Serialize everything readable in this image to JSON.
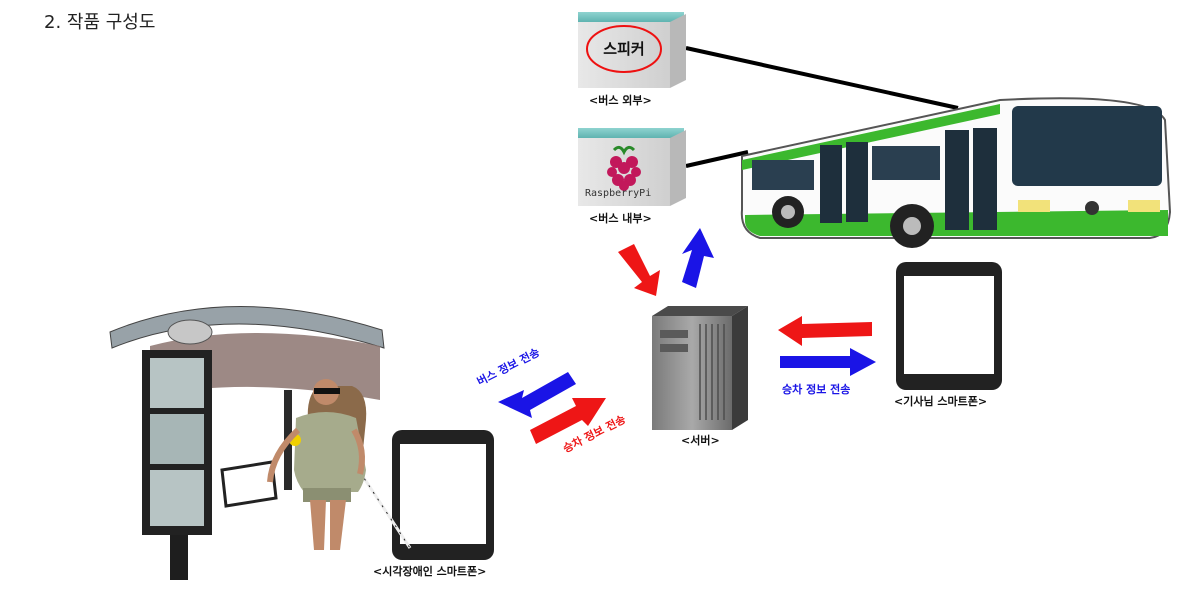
{
  "title": "2. 작품 구성도",
  "speaker_box": {
    "label": "스피커",
    "caption": "<버스 외부>"
  },
  "raspberry_box": {
    "label": "RaspberryPi",
    "caption": "<버스 내부>"
  },
  "server": {
    "caption": "<서버>"
  },
  "driver_phone": {
    "caption": "<기사님 스마트폰>"
  },
  "user_phone": {
    "caption": "<시각장애인 스마트폰>"
  },
  "arrows": {
    "bus_info": "버스 정보 전송",
    "boarding_info_left": "승차 정보 전송",
    "boarding_info_right": "승차 정보 전송"
  },
  "colors": {
    "send_blue": "#1a14e6",
    "send_red": "#ee1616",
    "bus_green": "#3cb82e"
  }
}
